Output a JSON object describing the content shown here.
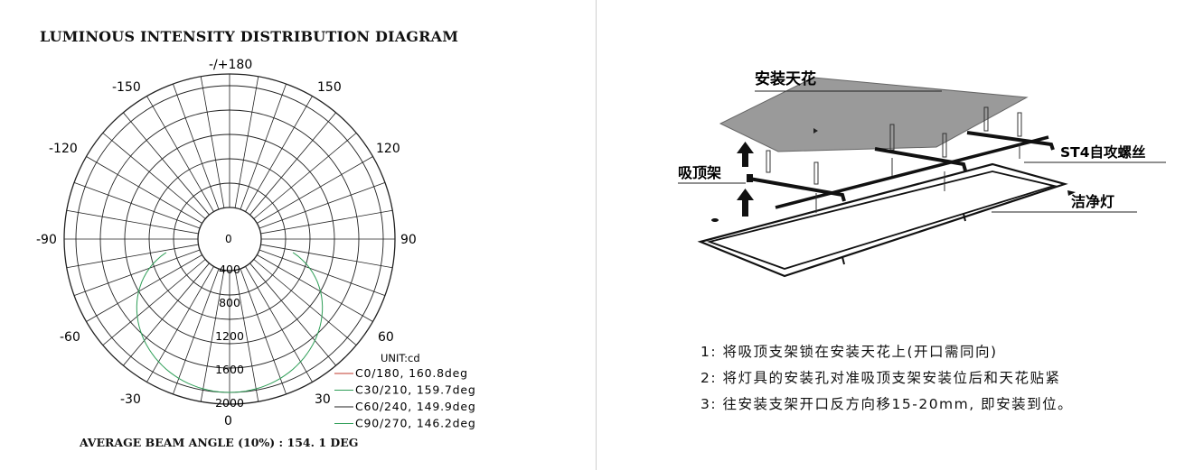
{
  "diagram_title": "LUMINOUS INTENSITY DISTRIBUTION DIAGRAM",
  "polar": {
    "angle_labels": [
      "-/+180",
      "150",
      "120",
      "90",
      "60",
      "30",
      "0",
      "-30",
      "-60",
      "-90",
      "-120",
      "-150"
    ],
    "center_label": "0",
    "radial_labels": [
      "400",
      "800",
      "1200",
      "1600",
      "2000"
    ],
    "unit": "UNIT:cd"
  },
  "legend": [
    {
      "label": "C0/180, 160.8deg",
      "color": "#c0392b"
    },
    {
      "label": "C30/210, 159.7deg",
      "color": "#2e9e57"
    },
    {
      "label": "C60/240, 149.9deg",
      "color": "#222222"
    },
    {
      "label": "C90/270, 146.2deg",
      "color": "#2e9e57"
    }
  ],
  "beam_angle": "AVERAGE  BEAM  ANGLE (10%) :  154. 1   DEG",
  "curve_color": "#2e9e57",
  "install": {
    "ceiling_label": "安装天花",
    "bracket_label": "吸顶架",
    "screw_label": "ST4自攻螺丝",
    "lamp_label": "洁净灯"
  },
  "steps": [
    "1:  将吸顶支架锁在安装天花上(开口需同向)",
    "2:  将灯具的安装孔对准吸顶支架安装位后和天花贴紧",
    "3:  往安装支架开口反方向移15-20mm, 即安装到位。"
  ]
}
